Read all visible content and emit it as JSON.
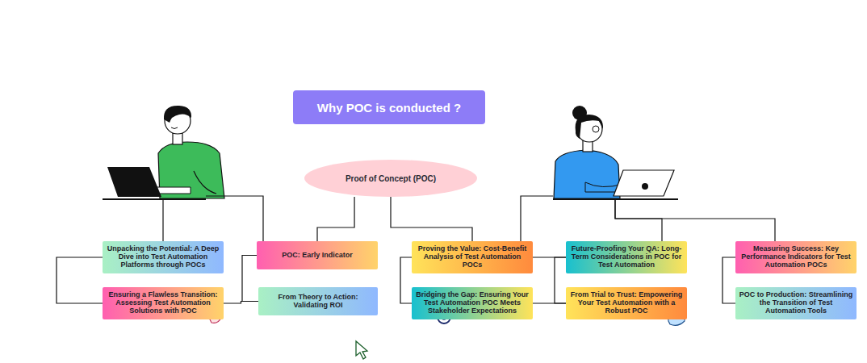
{
  "diagram": {
    "title": "Why POC is conducted ?",
    "nodes": [
      {
        "text": [
          "Proof of Concept (POC)"
        ]
      },
      {
        "text": [
          "Unpacking the Potential: A Deep Dive into Test Automation Platforms through POCs"
        ]
      },
      {
        "text": [
          "POC: Early Indicator"
        ]
      },
      {
        "text": [
          "Proving the Value: Cost-Benefit Analysis of Test Automation POCs"
        ]
      },
      {
        "text": [
          "Future-Proofing Your QA: Long-Term Considerations in POC for Test Automation"
        ]
      },
      {
        "text": [
          "Measuring Success: Key Performance Indicators for Test Automation POCs"
        ]
      },
      {
        "text": [
          "Ensuring a Flawless Transition: Assessing Test Automation Solutions with POC"
        ]
      },
      {
        "text": [
          "From Theory to Action: Validating ROI"
        ]
      },
      {
        "text": [
          "Bridging the Gap: Ensuring Your Test Automation POC Meets Stakeholder Expectations"
        ]
      },
      {
        "text": [
          "From Trial to Trust: Empowering Your Test Automation with a Robust POC"
        ]
      },
      {
        "text": [
          "POC to Production: Streamlining the Transition of Test Automation Tools"
        ]
      }
    ],
    "edges": [
      {
        "from": 0,
        "to": 2,
        "arrow": "none"
      },
      {
        "from": 0,
        "to": 3,
        "arrow": "none"
      },
      {
        "from": 1,
        "to": 6,
        "arrow": "none"
      },
      {
        "from": 2,
        "to": 7,
        "arrow": "none"
      },
      {
        "from": 3,
        "to": 8,
        "arrow": "none"
      },
      {
        "from": 4,
        "to": 9,
        "arrow": "none"
      },
      {
        "from": 5,
        "to": 10,
        "arrow": "none"
      },
      {
        "from": 3,
        "to": 4,
        "arrow": "none"
      },
      {
        "from": 6,
        "to": 7,
        "arrow": "none"
      },
      {
        "from": 8,
        "to": 9,
        "arrow": "none"
      }
    ]
  }
}
